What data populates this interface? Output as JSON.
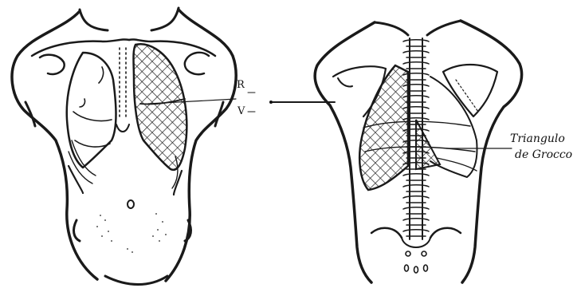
{
  "labels": {
    "r": "R",
    "v": "V",
    "triangle_line1": "Triangulo",
    "triangle_line2": "de Grocco"
  },
  "colors": {
    "ink": "#1a1a1a",
    "paper": "#ffffff",
    "hatch": "#222222"
  },
  "regions": {
    "front_view": "anterior-torso",
    "back_view": "posterior-torso",
    "hatched": "left-lung-dullness"
  }
}
